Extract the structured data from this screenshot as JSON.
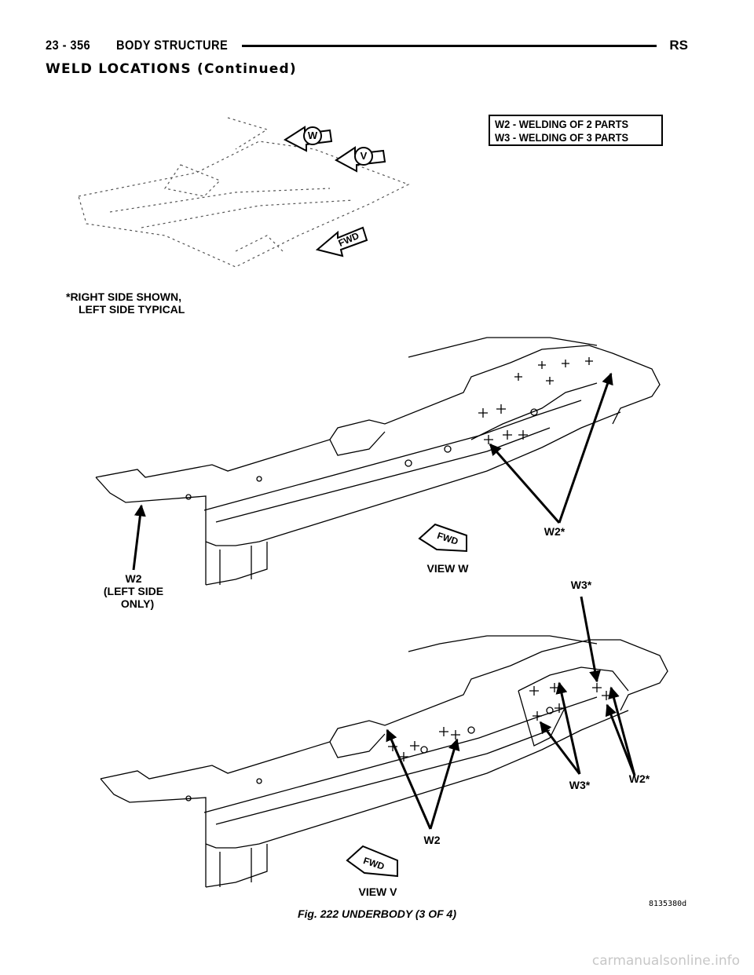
{
  "header": {
    "page_number": "23 - 356",
    "section_title": "BODY STRUCTURE",
    "model_code": "RS"
  },
  "subheading": "WELD LOCATIONS (Continued)",
  "legend": {
    "line1": "W2 - WELDING OF 2 PARTS",
    "line2": "W3 - WELDING OF 3 PARTS"
  },
  "overview": {
    "note_line1": "*RIGHT SIDE SHOWN,",
    "note_line2": "LEFT SIDE TYPICAL",
    "arrow_w_label": "W",
    "arrow_v_label": "V",
    "fwd_label": "FWD"
  },
  "view_w": {
    "title": "VIEW W",
    "fwd_label": "FWD",
    "callout_w2_star": "W2*",
    "callout_w2_line1": "W2",
    "callout_w2_line2": "(LEFT SIDE",
    "callout_w2_line3": "ONLY)"
  },
  "view_v": {
    "title": "VIEW V",
    "fwd_label": "FWD",
    "callout_w3_star_top": "W3*",
    "callout_w3_star_bottom": "W3*",
    "callout_w2_star": "W2*",
    "callout_w2": "W2"
  },
  "figure": {
    "caption": "Fig. 222 UNDERBODY (3 OF 4)",
    "code": "8135380d"
  },
  "watermark": "carmanualsonline.info"
}
